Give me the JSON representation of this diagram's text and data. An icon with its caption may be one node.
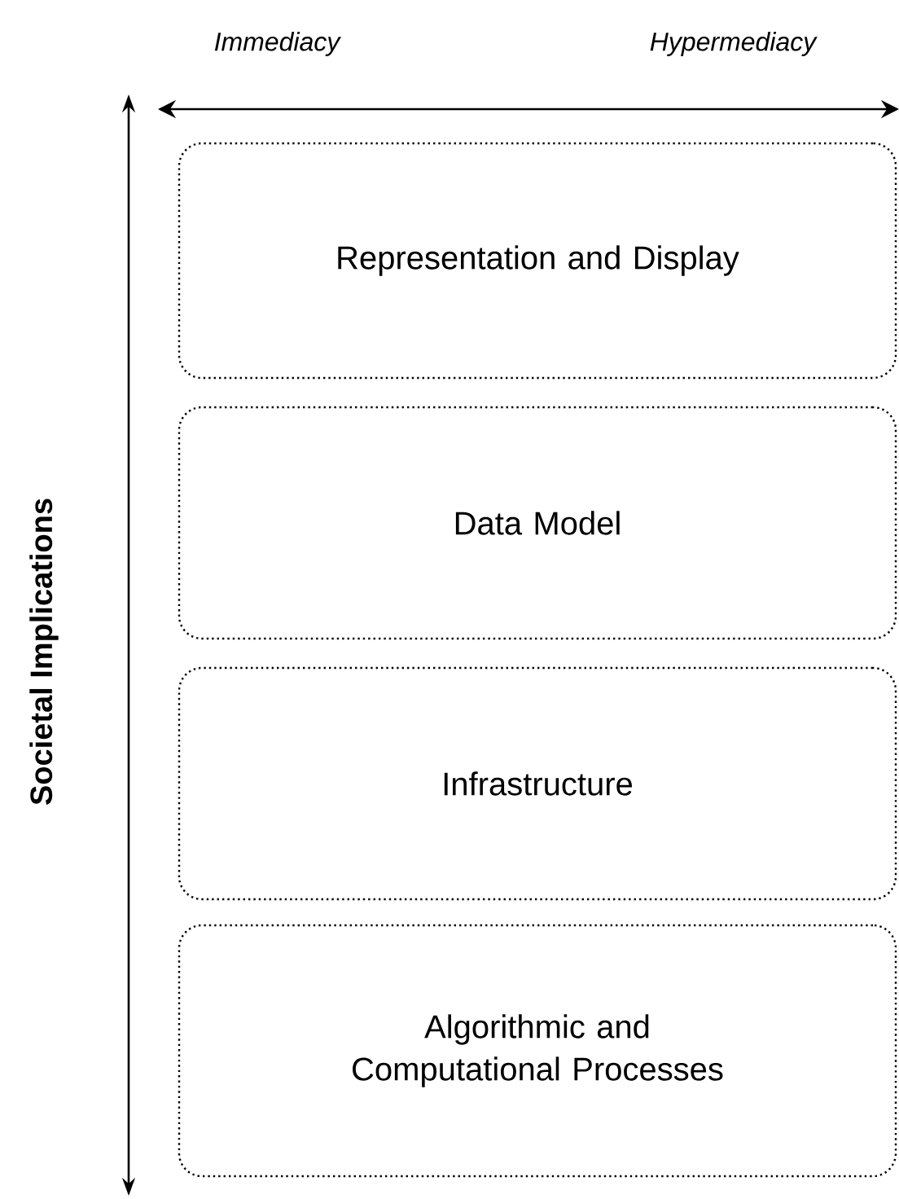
{
  "diagram": {
    "nodes": [
      {
        "text": [
          "Representation and Display"
        ]
      },
      {
        "text": [
          "Data Model"
        ]
      },
      {
        "text": [
          "Infrastructure"
        ]
      },
      {
        "text": [
          "Algorithmic and Computational Processes"
        ]
      }
    ],
    "labels": [
      "Immediacy",
      "Hypermediacy",
      "Societal Implications"
    ]
  }
}
